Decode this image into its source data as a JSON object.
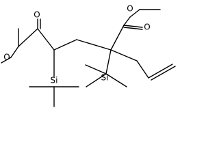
{
  "molecule": {
    "atoms": [
      {
        "id": "o1",
        "label": "O"
      },
      {
        "id": "o2",
        "label": "O"
      },
      {
        "id": "o3",
        "label": "O"
      },
      {
        "id": "o4",
        "label": "O"
      },
      {
        "id": "si1",
        "label": "Si"
      },
      {
        "id": "si2",
        "label": "Si"
      }
    ]
  }
}
